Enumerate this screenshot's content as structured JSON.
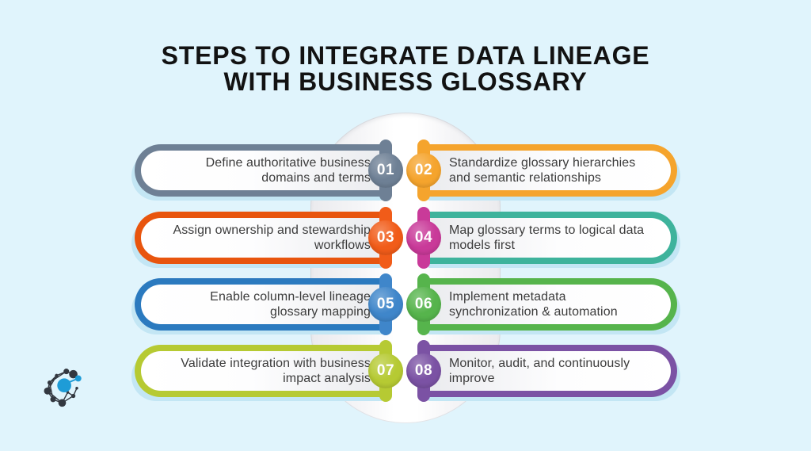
{
  "title": {
    "line1": "STEPS TO INTEGRATE DATA LINEAGE",
    "line2": "WITH BUSINESS GLOSSARY"
  },
  "steps": [
    {
      "number": "01",
      "text": "Define authoritative business domains and terms",
      "side": "left",
      "pill_color": "#6e8095",
      "accent_color": "#6e8095"
    },
    {
      "number": "02",
      "text": "Standardize glossary hierarchies and semantic relationships",
      "side": "right",
      "pill_color": "#f5a42d",
      "accent_color": "#f5a42d"
    },
    {
      "number": "03",
      "text": "Assign ownership and stewardship workflows",
      "side": "left",
      "pill_color": "#e8550e",
      "accent_color": "#f15c19"
    },
    {
      "number": "04",
      "text": "Map glossary terms to logical data models first",
      "side": "right",
      "pill_color": "#3eb39c",
      "accent_color": "#c93a99"
    },
    {
      "number": "05",
      "text": "Enable column-level lineage glossary mapping",
      "side": "left",
      "pill_color": "#2b7abf",
      "accent_color": "#3f86ca"
    },
    {
      "number": "06",
      "text": "Implement metadata synchronization & automation",
      "side": "right",
      "pill_color": "#56b44c",
      "accent_color": "#56b44c"
    },
    {
      "number": "07",
      "text": "Validate integration with business impact analysis",
      "side": "left",
      "pill_color": "#b6ca33",
      "accent_color": "#b6ca33"
    },
    {
      "number": "08",
      "text": "Monitor, audit, and continuously improve",
      "side": "right",
      "pill_color": "#7b52a4",
      "accent_color": "#7b52a4"
    }
  ],
  "background_color": "#e0f4fc",
  "shadow_color": "#c3e6f4",
  "logo": {
    "name": "network-graph-logo",
    "primary_color": "#1e9cd7",
    "node_color": "#333840"
  }
}
